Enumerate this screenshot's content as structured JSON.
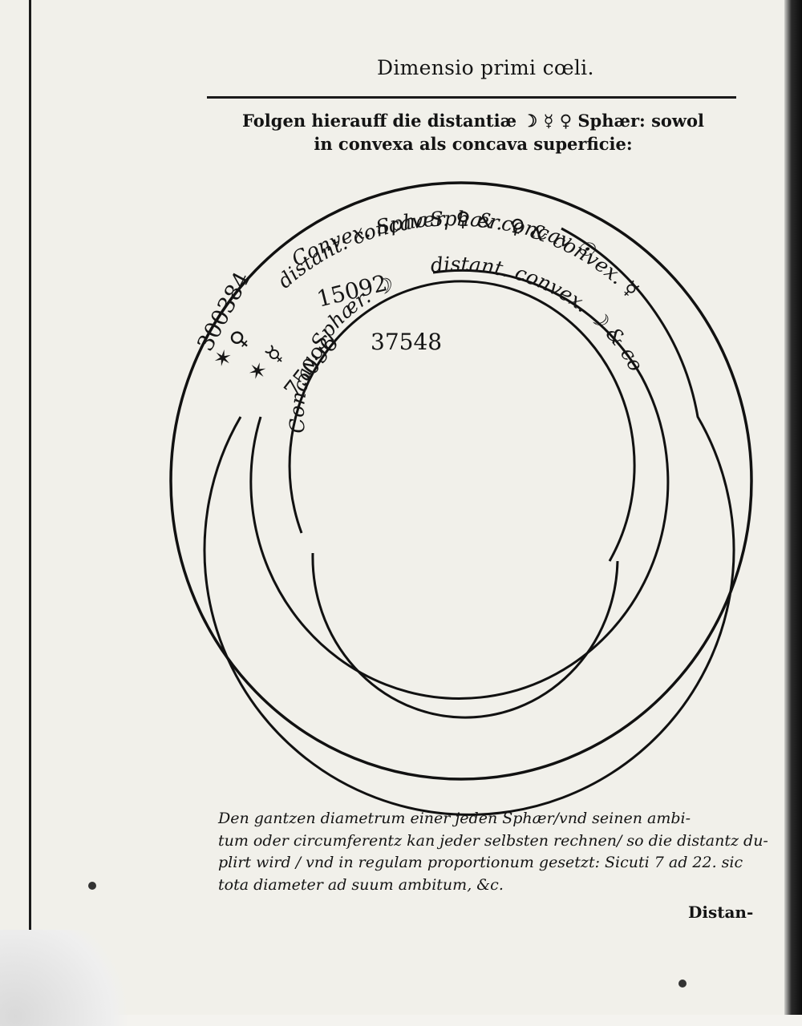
{
  "running_head": "Dimensio primi cœli.",
  "heading": {
    "line1": "Folgen hierauff die distantiæ ☽ ☿ ♀ Sphær: sowol",
    "line2": "in convexa als concava superficie:"
  },
  "diagram": {
    "outer_ring_label": "Convex. Sphær. ♀ & concav ☉",
    "outer_ring_number": "300384",
    "second_ring_label": "distant: concav Sphær. ♀ & convex. ☿",
    "second_ring_star": "✶ ♀",
    "third_ring_number": "15092",
    "third_ring_label": "distant. convex. ☽ & concav. ☿",
    "third_ring_star": "✶ ☿",
    "inner_ring_number": "75096",
    "inner_ring_value": "37548",
    "inner_ring_label": "Concav. Sphær. ☽"
  },
  "body": {
    "line1": "Den gantzen diametrum einer jeden Sphær/vnd seinen ambi-",
    "line2": "tum oder circumferentz kan jeder selbsten rechnen/ so die distantz du-",
    "line3": "plirt wird / vnd in regulam proportionum gesetzt: Sicuti 7 ad 22. sic",
    "line4": "tota diameter ad suum ambitum, &c."
  },
  "catchword": "Distan-"
}
